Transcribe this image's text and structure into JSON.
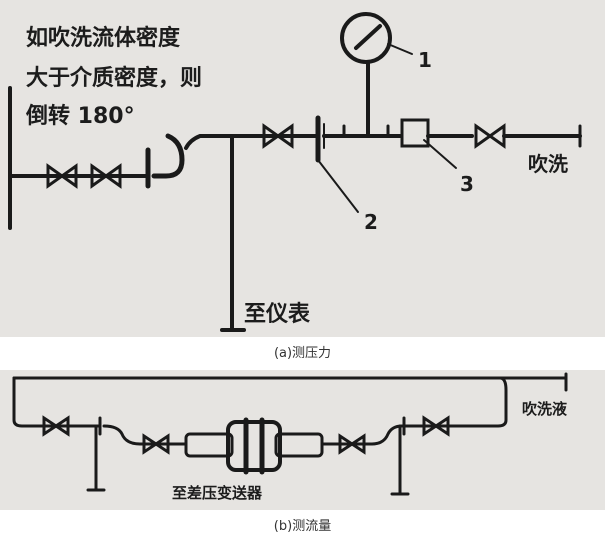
{
  "panel_a": {
    "note_lines": [
      "如吹洗流体密度",
      "大于介质密度，则",
      "倒转 180°"
    ],
    "callouts": [
      "1",
      "2",
      "3"
    ],
    "purge_label": "吹洗",
    "instrument_label": "至仪表",
    "caption": "(a)测压力"
  },
  "panel_b": {
    "purge_label": "吹洗液",
    "transmitter_label": "至差压变送器",
    "caption": "(b)测流量"
  },
  "colors": {
    "line": "#1a1a1a",
    "panel_bg": "#e6e4e1",
    "page_bg": "#ffffff"
  }
}
